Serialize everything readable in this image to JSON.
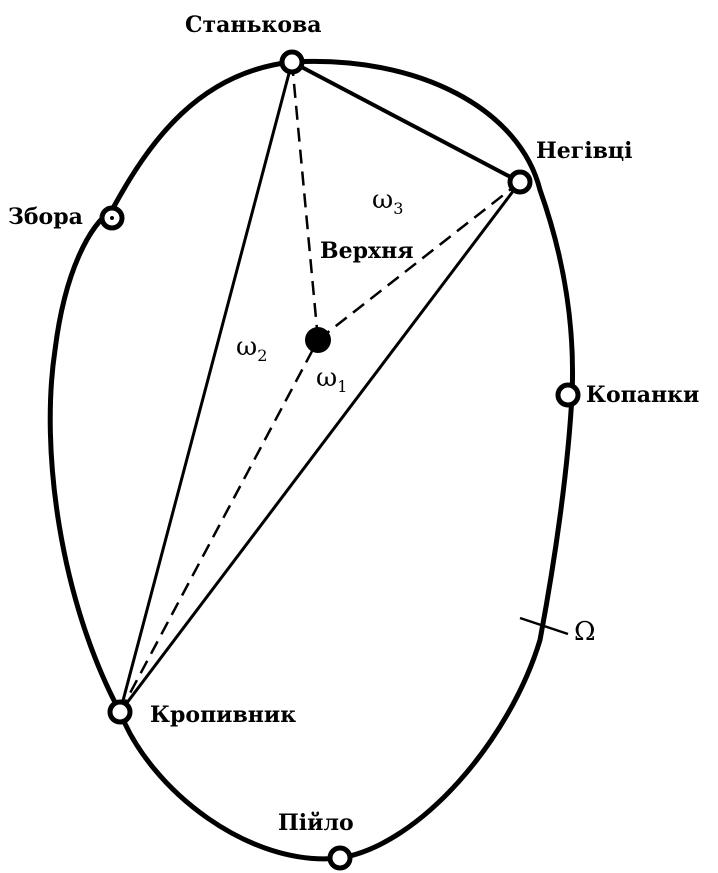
{
  "labels": {
    "stankova": "Станькова",
    "negivtsi": "Негівці",
    "zbora": "Збора",
    "verkhnia": "Верхня",
    "kopanky": "Копанки",
    "kropyvnyk": "Кропивник",
    "piilo": "Пійло",
    "omega_big": "Ω",
    "omega_char": "ω",
    "omega1_sub": "1",
    "omega2_sub": "2",
    "omega3_sub": "3"
  }
}
